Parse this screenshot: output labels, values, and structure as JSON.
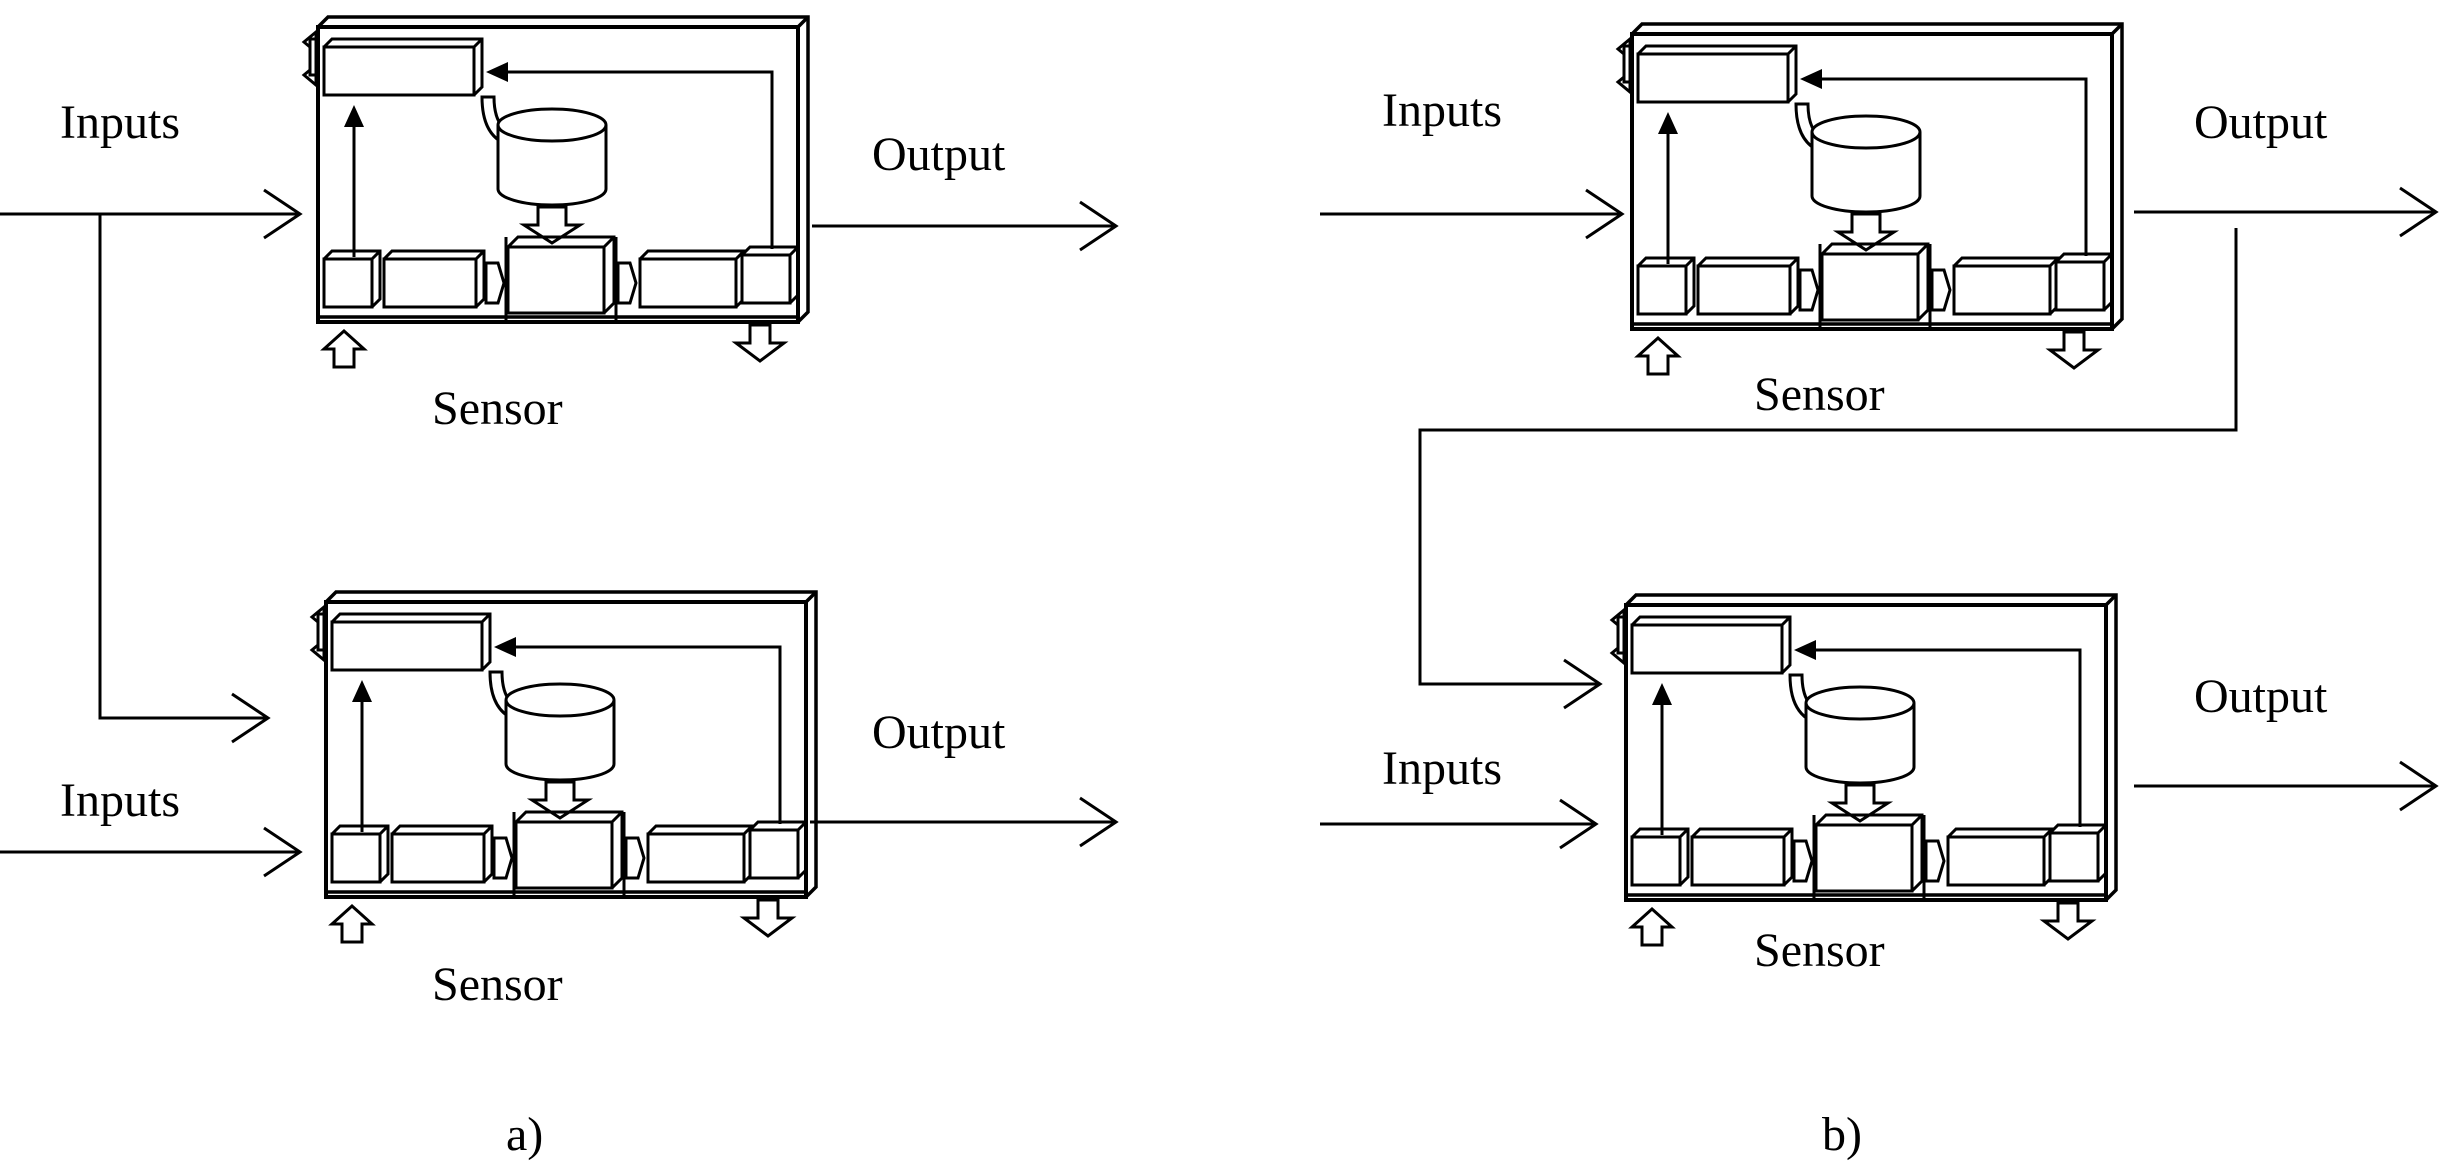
{
  "diagram": {
    "panel_a": {
      "caption": "a)",
      "top": {
        "inputs_label": "Inputs",
        "output_label": "Output",
        "sensor_label": "Sensor"
      },
      "bottom": {
        "inputs_label": "Inputs",
        "output_label": "Output",
        "sensor_label": "Sensor"
      }
    },
    "panel_b": {
      "caption": "b)",
      "top": {
        "inputs_label": "Inputs",
        "output_label": "Output",
        "sensor_label": "Sensor"
      },
      "bottom": {
        "inputs_label": "Inputs",
        "output_label": "Output",
        "sensor_label": "Sensor"
      }
    }
  },
  "colors": {
    "stroke": "#000000",
    "background": "#ffffff"
  }
}
